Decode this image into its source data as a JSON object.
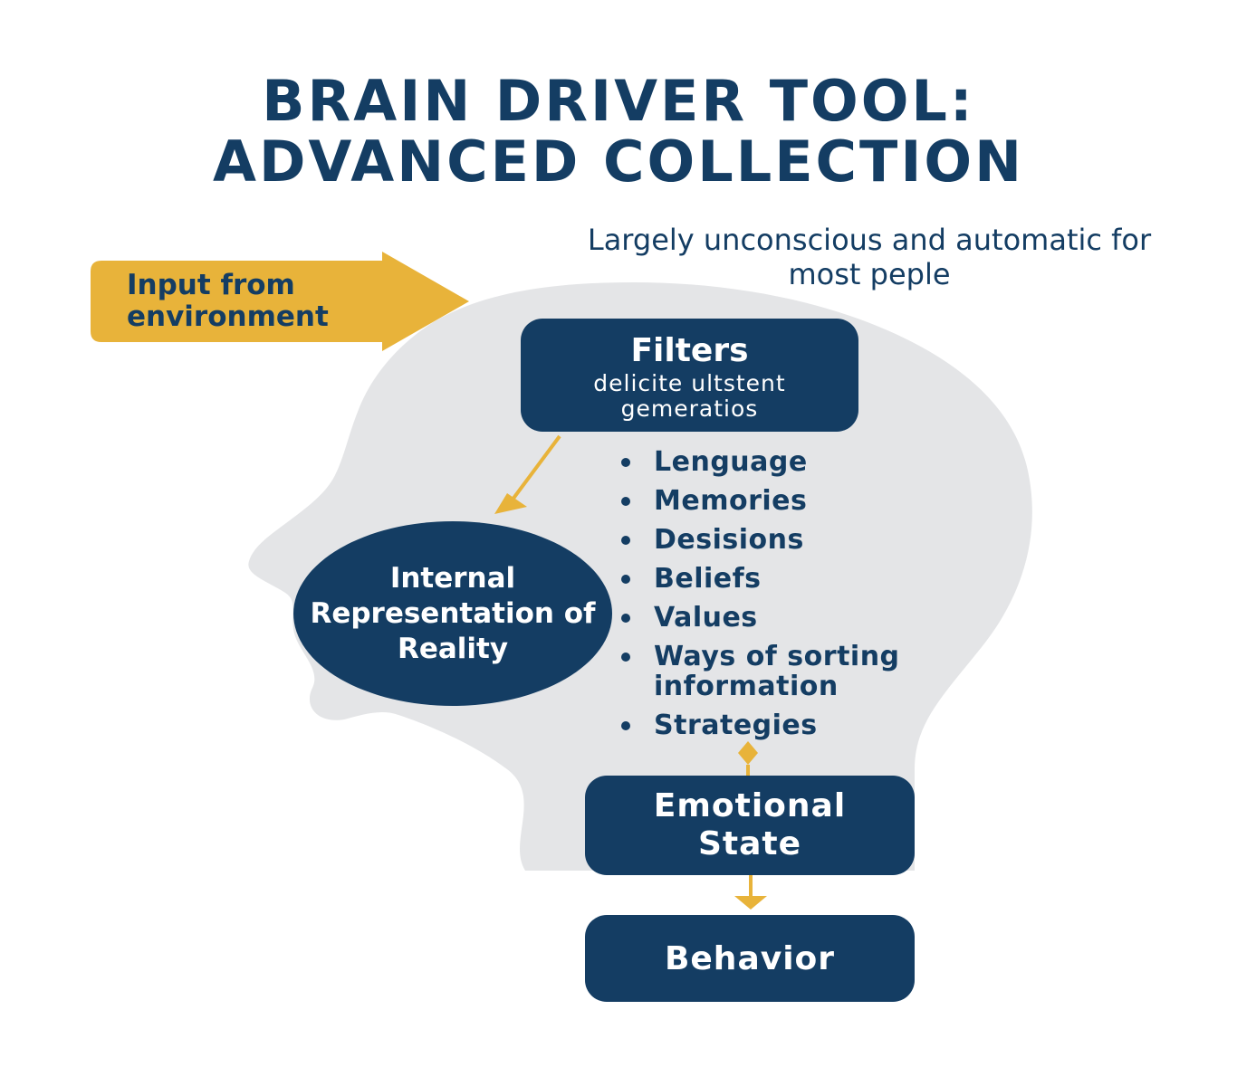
{
  "title": {
    "line1": "BRAIN DRIVER TOOL:",
    "line2": "ADVANCED COLLECTION"
  },
  "note": "Largely unconscious and automatic for most peple",
  "input": {
    "label": "Input from environment"
  },
  "filters": {
    "title": "Filters",
    "subtitle": "delicite ultstent gemeratios",
    "items": [
      "Lenguage",
      "Memories",
      "Desisions",
      "Beliefs",
      "Values",
      "Ways of sorting information",
      "Strategies"
    ]
  },
  "internal_representation": "Internal Representation of Reality",
  "emotional_state": "Emotional State",
  "behavior": "Behavior",
  "colors": {
    "navy": "#143d63",
    "gold": "#e8b33a",
    "head": "#e4e5e7",
    "background": "#ffffff"
  }
}
